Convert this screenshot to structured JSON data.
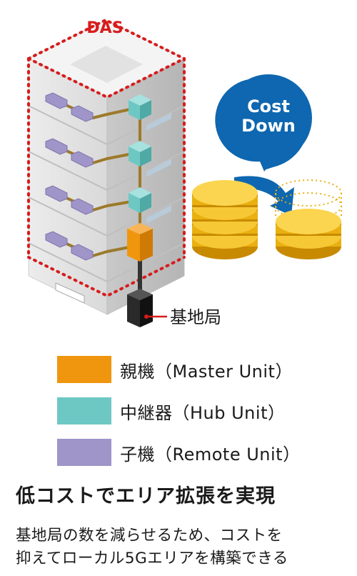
{
  "diagram": {
    "das_label": "DAS",
    "badge_text": [
      "Cost",
      "Down"
    ],
    "base_station_label": "基地局"
  },
  "legend": [
    {
      "label": "親機（Master Unit）",
      "color": "#f0960e"
    },
    {
      "label": "中継器（Hub Unit）",
      "color": "#6dc8c4"
    },
    {
      "label": "子機（Remote Unit）",
      "color": "#9f95c8"
    }
  ],
  "colors": {
    "das_red": "#d81b1b",
    "badge_blue": "#0e67b0",
    "coin_gold": "#e9b010",
    "cable_brown": "#9c7a2a"
  },
  "headline": "低コストでエリア拡張を実現",
  "description": [
    "基地局の数を減らせるため、コストを",
    "抑えてローカル5Gエリアを構築できる"
  ]
}
